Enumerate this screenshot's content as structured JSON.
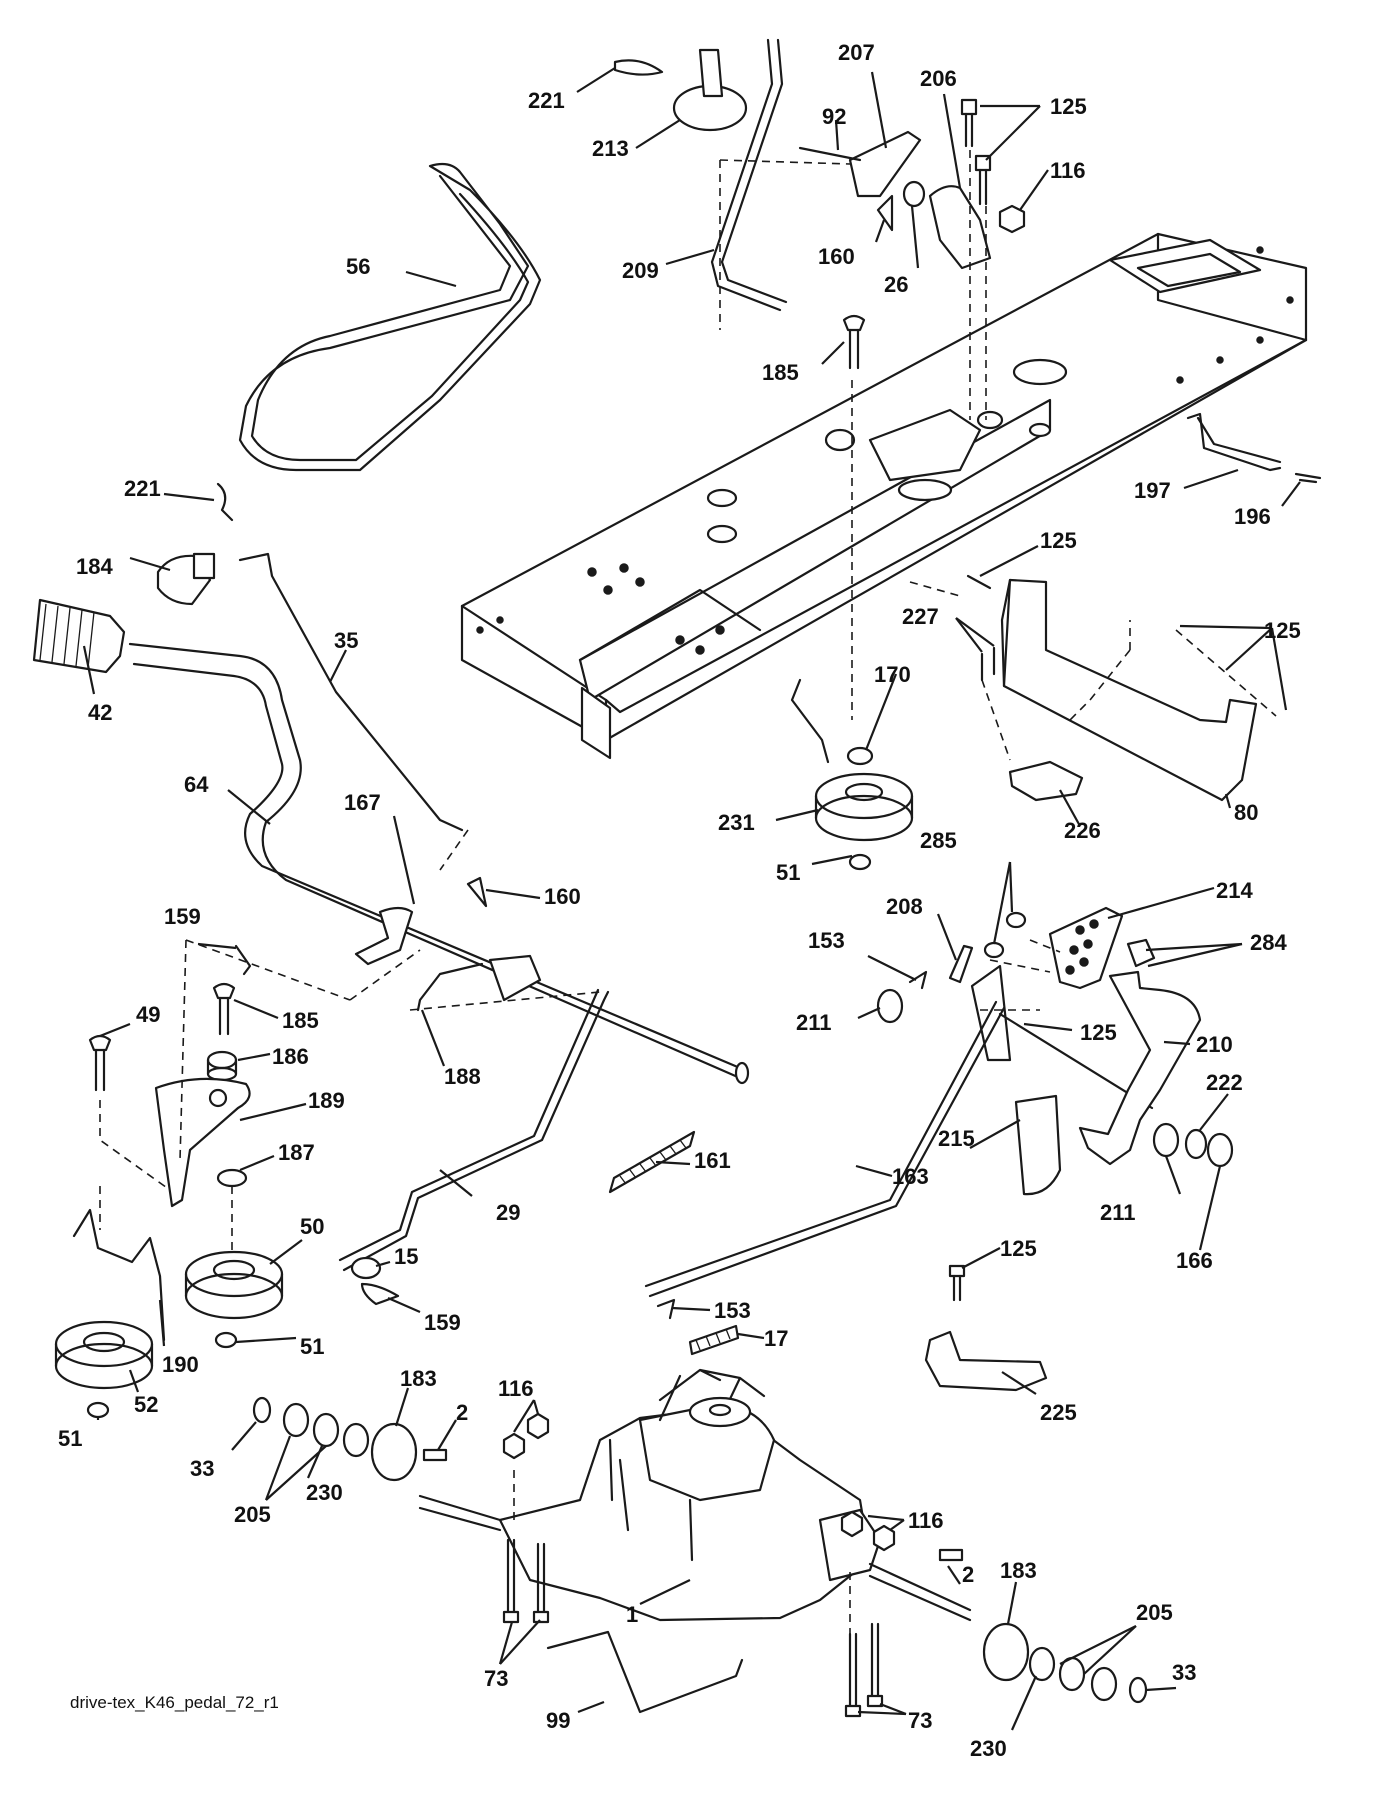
{
  "caption": "drive-tex_K46_pedal_72_r1",
  "callouts": [
    {
      "id": "c221a",
      "label": "221"
    },
    {
      "id": "c213",
      "label": "213"
    },
    {
      "id": "c207",
      "label": "207"
    },
    {
      "id": "c206",
      "label": "206"
    },
    {
      "id": "c125a",
      "label": "125"
    },
    {
      "id": "c92",
      "label": "92"
    },
    {
      "id": "c116a",
      "label": "116"
    },
    {
      "id": "c160a",
      "label": "160"
    },
    {
      "id": "c26",
      "label": "26"
    },
    {
      "id": "c56",
      "label": "56"
    },
    {
      "id": "c209",
      "label": "209"
    },
    {
      "id": "c185a",
      "label": "185"
    },
    {
      "id": "c197",
      "label": "197"
    },
    {
      "id": "c196",
      "label": "196"
    },
    {
      "id": "c221b",
      "label": "221"
    },
    {
      "id": "c184",
      "label": "184"
    },
    {
      "id": "c125b",
      "label": "125"
    },
    {
      "id": "c35",
      "label": "35"
    },
    {
      "id": "c227",
      "label": "227"
    },
    {
      "id": "c125c",
      "label": "125"
    },
    {
      "id": "c42",
      "label": "42"
    },
    {
      "id": "c170",
      "label": "170"
    },
    {
      "id": "c64",
      "label": "64"
    },
    {
      "id": "c231",
      "label": "231"
    },
    {
      "id": "c226",
      "label": "226"
    },
    {
      "id": "c80",
      "label": "80"
    },
    {
      "id": "c167",
      "label": "167"
    },
    {
      "id": "c51a",
      "label": "51"
    },
    {
      "id": "c285",
      "label": "285"
    },
    {
      "id": "c214",
      "label": "214"
    },
    {
      "id": "c159a",
      "label": "159"
    },
    {
      "id": "c160b",
      "label": "160"
    },
    {
      "id": "c208",
      "label": "208"
    },
    {
      "id": "c284",
      "label": "284"
    },
    {
      "id": "c153a",
      "label": "153"
    },
    {
      "id": "c49",
      "label": "49"
    },
    {
      "id": "c185b",
      "label": "185"
    },
    {
      "id": "c211a",
      "label": "211"
    },
    {
      "id": "c125d",
      "label": "125"
    },
    {
      "id": "c210",
      "label": "210"
    },
    {
      "id": "c186",
      "label": "186"
    },
    {
      "id": "c188",
      "label": "188"
    },
    {
      "id": "c222",
      "label": "222"
    },
    {
      "id": "c189",
      "label": "189"
    },
    {
      "id": "c161",
      "label": "161"
    },
    {
      "id": "c215",
      "label": "215"
    },
    {
      "id": "c187",
      "label": "187"
    },
    {
      "id": "c163",
      "label": "163"
    },
    {
      "id": "c211b",
      "label": "211"
    },
    {
      "id": "c50",
      "label": "50"
    },
    {
      "id": "c29",
      "label": "29"
    },
    {
      "id": "c166",
      "label": "166"
    },
    {
      "id": "c15",
      "label": "15"
    },
    {
      "id": "c125e",
      "label": "125"
    },
    {
      "id": "c159b",
      "label": "159"
    },
    {
      "id": "c153b",
      "label": "153"
    },
    {
      "id": "c190",
      "label": "190"
    },
    {
      "id": "c51b",
      "label": "51"
    },
    {
      "id": "c17",
      "label": "17"
    },
    {
      "id": "c183a",
      "label": "183"
    },
    {
      "id": "c52",
      "label": "52"
    },
    {
      "id": "c116b",
      "label": "116"
    },
    {
      "id": "c225",
      "label": "225"
    },
    {
      "id": "c51c",
      "label": "51"
    },
    {
      "id": "c2a",
      "label": "2"
    },
    {
      "id": "c33a",
      "label": "33"
    },
    {
      "id": "c230a",
      "label": "230"
    },
    {
      "id": "c205a",
      "label": "205"
    },
    {
      "id": "c116c",
      "label": "116"
    },
    {
      "id": "c183b",
      "label": "183"
    },
    {
      "id": "c2b",
      "label": "2"
    },
    {
      "id": "c205b",
      "label": "205"
    },
    {
      "id": "c1",
      "label": "1"
    },
    {
      "id": "c73a",
      "label": "73"
    },
    {
      "id": "c33b",
      "label": "33"
    },
    {
      "id": "c99",
      "label": "99"
    },
    {
      "id": "c73b",
      "label": "73"
    },
    {
      "id": "c230b",
      "label": "230"
    }
  ]
}
